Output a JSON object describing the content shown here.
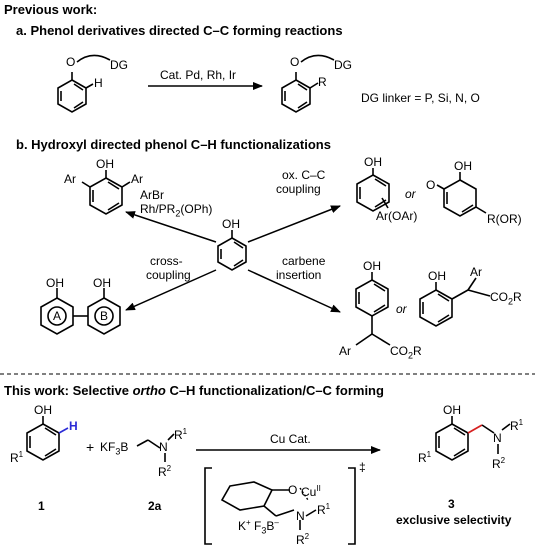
{
  "headings": {
    "previous": "Previous work:",
    "a": "a. Phenol derivatives directed C–C forming reactions",
    "b": "b. Hydroxyl directed phenol C–H functionalizations",
    "this_prefix": "This work: Selective ",
    "this_ortho": "ortho",
    "this_suffix": " C–H functionalization/C–C forming"
  },
  "section_a": {
    "o_left": "O",
    "dg_left": "DG",
    "h": "H",
    "conditions": "Cat. Pd, Rh, Ir",
    "o_right": "O",
    "dg_right": "DG",
    "r": "R",
    "linker_note": "DG linker = P, Si, N, O"
  },
  "section_b": {
    "oh_center": "OH",
    "aryl_left": "Ar",
    "aryl_oh": "OH",
    "aryl_right": "Ar",
    "arylation_l1": "ArBr",
    "arylation_l2": "Rh/PR",
    "arylation_l2_sub": "2",
    "arylation_l2_end": "(OPh)",
    "ox_l1": "ox. C–C",
    "ox_l2": "coupling",
    "ox_oh": "OH",
    "ox_sub": "Ar(OAr)",
    "or1": "or",
    "dienone_o": "O",
    "dienone_oh": "OH",
    "dienone_r": "R(OR)",
    "cross_l1": "cross-",
    "cross_l2": "coupling",
    "biaryl_oh1": "OH",
    "biaryl_oh2": "OH",
    "ring_a": "A",
    "ring_b": "B",
    "carbene_l1": "carbene",
    "carbene_l2": "insertion",
    "cp1_oh": "OH",
    "cp1_ar": "Ar",
    "cp1_ester": "CO",
    "cp1_ester_sub": "2",
    "cp1_ester_end": "R",
    "or2": "or",
    "cp2_oh": "OH",
    "cp2_ar": "Ar",
    "cp2_ester": "CO",
    "cp2_ester_sub": "2",
    "cp2_ester_end": "R"
  },
  "this_work": {
    "sm_oh": "OH",
    "sm_h": "H",
    "sm_r1": "R",
    "sm_r1_sup": "1",
    "plus": "+",
    "kf3b": "KF",
    "kf3b_sub": "3",
    "kf3b_end": "B",
    "n": "N",
    "r1": "R",
    "r1_sup": "1",
    "r2": "R",
    "r2_sup": "2",
    "conditions": "Cu Cat.",
    "ts_o": "O",
    "ts_cu": "Cu",
    "ts_cu_sup": "II",
    "ts_n": "N",
    "ts_r1": "R",
    "ts_r1_sup": "1",
    "ts_r2": "R",
    "ts_r2_sup": "2",
    "ts_kf3b": "K",
    "ts_kf3b_sup": "+",
    "ts_f3b": " F",
    "ts_f3b_sub": "3",
    "ts_f3b_end": "B",
    "ts_f3b_sup": "–",
    "dagger": "‡",
    "prod_oh": "OH",
    "prod_r1": "R",
    "prod_r1_sup": "1",
    "prod_n": "N",
    "prod_nr1": "R",
    "prod_nr1_sup": "1",
    "prod_r2": "R",
    "prod_r2_sup": "2",
    "label_1": "1",
    "label_2a": "2a",
    "label_3": "3",
    "selectivity": "exclusive selectivity"
  },
  "colors": {
    "highlight_h": "#2b2bd6",
    "highlight_bond": "#d62020"
  }
}
